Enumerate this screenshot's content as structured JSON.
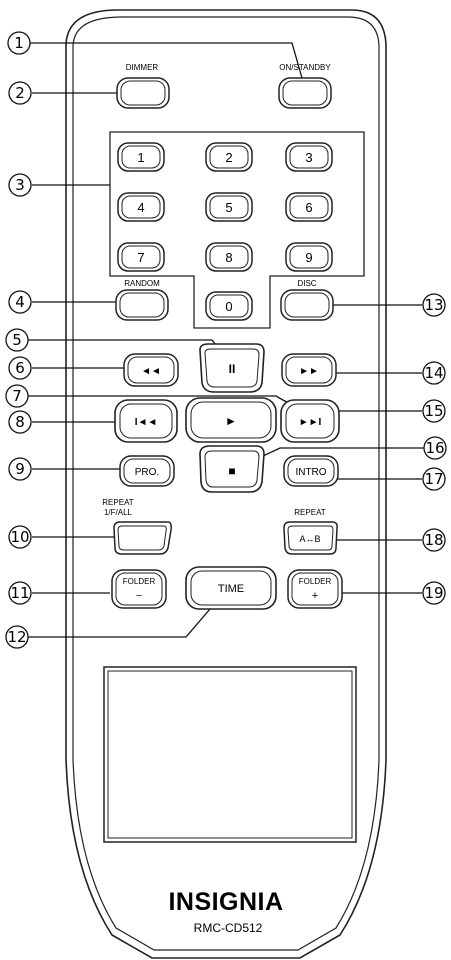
{
  "remote": {
    "brand": "INSIGNIA",
    "model": "RMC-CD512"
  },
  "labels": {
    "dimmer": "DIMMER",
    "on_standby": "ON/STANDBY",
    "random": "RANDOM",
    "disc": "DISC",
    "repeat_1fall_top": "REPEAT",
    "repeat_1fall_bottom": "1/F/ALL",
    "repeat_ab_top": "REPEAT",
    "repeat_ab_button": "A↔B",
    "pro": "PRO.",
    "intro": "INTRO",
    "time": "TIME",
    "folder_minus_top": "FOLDER",
    "folder_minus_sign": "–",
    "folder_plus_top": "FOLDER",
    "folder_plus_sign": "+"
  },
  "digits": [
    "1",
    "2",
    "3",
    "4",
    "5",
    "6",
    "7",
    "8",
    "9",
    "0"
  ],
  "transport_icons": {
    "rewind": "◄◄",
    "pause": "II",
    "fast_forward": "►►",
    "play": "►",
    "previous": "I◄◄",
    "next": "►►I",
    "stop": "■"
  },
  "callouts": [
    "1",
    "2",
    "3",
    "4",
    "5",
    "6",
    "7",
    "8",
    "9",
    "10",
    "11",
    "12",
    "13",
    "14",
    "15",
    "16",
    "17",
    "18",
    "19"
  ]
}
